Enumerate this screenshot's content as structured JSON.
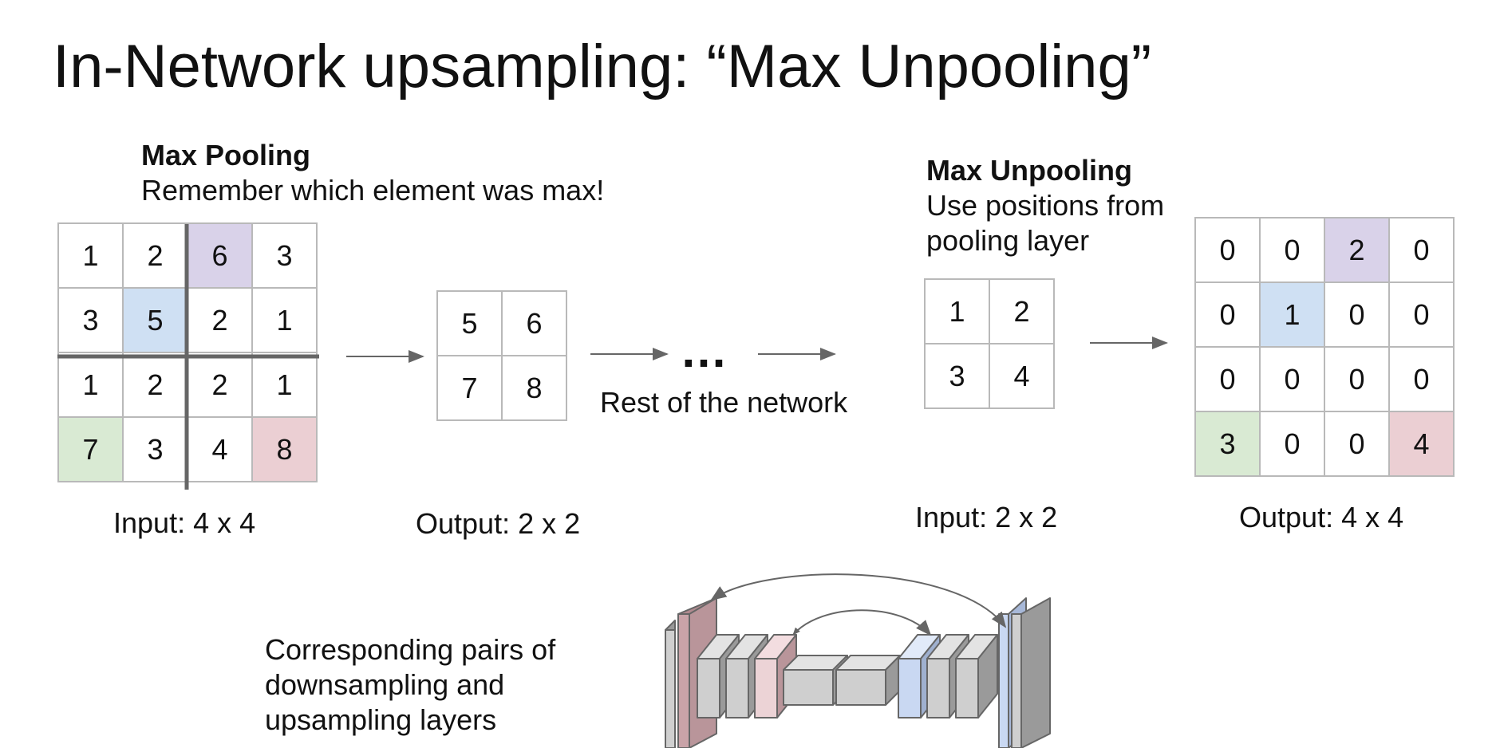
{
  "title": "In-Network upsampling: “Max Unpooling”",
  "max_pooling": {
    "heading": "Max Pooling",
    "subtitle": "Remember which element was max!",
    "input_grid": [
      [
        "1",
        "2",
        "6",
        "3"
      ],
      [
        "3",
        "5",
        "2",
        "1"
      ],
      [
        "1",
        "2",
        "2",
        "1"
      ],
      [
        "7",
        "3",
        "4",
        "8"
      ]
    ],
    "output_grid": [
      [
        "5",
        "6"
      ],
      [
        "7",
        "8"
      ]
    ],
    "input_label": "Input: 4 x 4",
    "output_label": "Output: 2 x 2"
  },
  "middle": {
    "ellipsis": "…",
    "caption": "Rest of the network"
  },
  "max_unpooling": {
    "heading": "Max Unpooling",
    "subtitle_line1": "Use positions from",
    "subtitle_line2": "pooling layer",
    "input_grid": [
      [
        "1",
        "2"
      ],
      [
        "3",
        "4"
      ]
    ],
    "output_grid": [
      [
        "0",
        "0",
        "2",
        "0"
      ],
      [
        "0",
        "1",
        "0",
        "0"
      ],
      [
        "0",
        "0",
        "0",
        "0"
      ],
      [
        "3",
        "0",
        "0",
        "4"
      ]
    ],
    "input_label": "Input: 2 x 2",
    "output_label": "Output: 4 x 4"
  },
  "bottom": {
    "line1": "Corresponding pairs of",
    "line2": "downsampling and",
    "line3": "upsampling layers"
  },
  "colors": {
    "purple": "#d9d2e9",
    "blue": "#cfe0f3",
    "green": "#d9ead3",
    "red": "#ebcfd3",
    "grid_line": "#b9b9b9",
    "divider": "#666666"
  },
  "highlights": {
    "pool_input": {
      "0-2": "purple",
      "1-1": "blue",
      "3-0": "green",
      "3-3": "red"
    },
    "unpool_output": {
      "0-2": "purple",
      "1-1": "blue",
      "3-0": "green",
      "3-3": "red"
    }
  }
}
